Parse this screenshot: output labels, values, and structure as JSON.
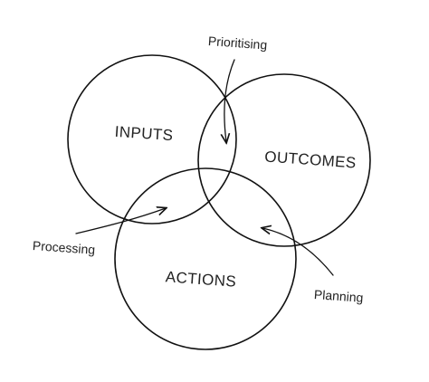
{
  "diagram": {
    "sets": [
      {
        "key": "inputs",
        "label": "INPUTS"
      },
      {
        "key": "outcomes",
        "label": "OUTCOMES"
      },
      {
        "key": "actions",
        "label": "ACTIONS"
      }
    ],
    "arrows": [
      {
        "key": "prioritising",
        "label": "Prioritising"
      },
      {
        "key": "processing",
        "label": "Processing"
      },
      {
        "key": "planning",
        "label": "Planning"
      }
    ],
    "colors": {
      "stroke": "#111111",
      "text": "#222222",
      "background": "#ffffff"
    }
  }
}
